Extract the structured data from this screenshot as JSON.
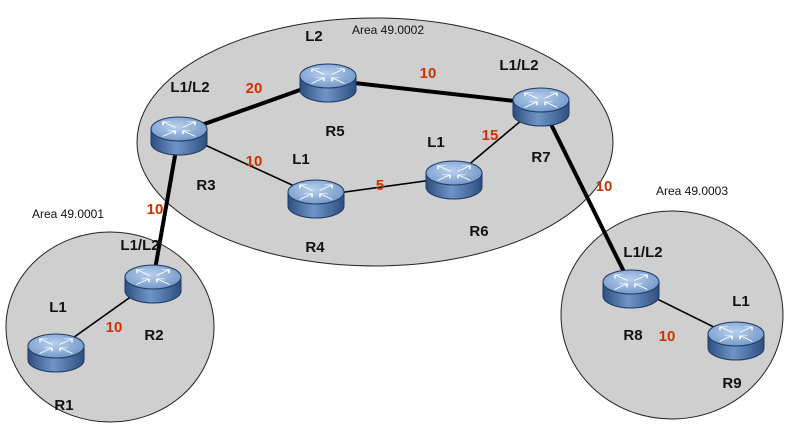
{
  "areas": [
    {
      "id": "area-49-0002",
      "label": "Area 49.0002"
    },
    {
      "id": "area-49-0001",
      "label": "Area 49.0001"
    },
    {
      "id": "area-49-0003",
      "label": "Area 49.0003"
    }
  ],
  "routers": [
    {
      "id": "R1",
      "name": "R1",
      "level": "L1"
    },
    {
      "id": "R2",
      "name": "R2",
      "level": "L1/L2"
    },
    {
      "id": "R3",
      "name": "R3",
      "level": "L1/L2"
    },
    {
      "id": "R4",
      "name": "R4",
      "level": "L1"
    },
    {
      "id": "R5",
      "name": "R5",
      "level": "L2"
    },
    {
      "id": "R6",
      "name": "R6",
      "level": "L1"
    },
    {
      "id": "R7",
      "name": "R7",
      "level": "L1/L2"
    },
    {
      "id": "R8",
      "name": "R8",
      "level": "L1/L2"
    },
    {
      "id": "R9",
      "name": "R9",
      "level": "L1"
    }
  ],
  "links": [
    {
      "from": "R1",
      "to": "R2",
      "metric": "10",
      "type": "L1"
    },
    {
      "from": "R2",
      "to": "R3",
      "metric": "10",
      "type": "L2"
    },
    {
      "from": "R3",
      "to": "R5",
      "metric": "20",
      "type": "L2"
    },
    {
      "from": "R5",
      "to": "R7",
      "metric": "10",
      "type": "L2"
    },
    {
      "from": "R3",
      "to": "R4",
      "metric": "10",
      "type": "L1"
    },
    {
      "from": "R4",
      "to": "R6",
      "metric": "5",
      "type": "L1"
    },
    {
      "from": "R6",
      "to": "R7",
      "metric": "15",
      "type": "L1"
    },
    {
      "from": "R7",
      "to": "R8",
      "metric": "10",
      "type": "L2"
    },
    {
      "from": "R8",
      "to": "R9",
      "metric": "10",
      "type": "L1"
    }
  ],
  "colors": {
    "area_fill": "#cfcfcf",
    "router_body": "#6f95c7",
    "router_top": "#9dbbe2",
    "metric_text": "#cc3300",
    "link": "#000000"
  },
  "icon": "router-icon"
}
